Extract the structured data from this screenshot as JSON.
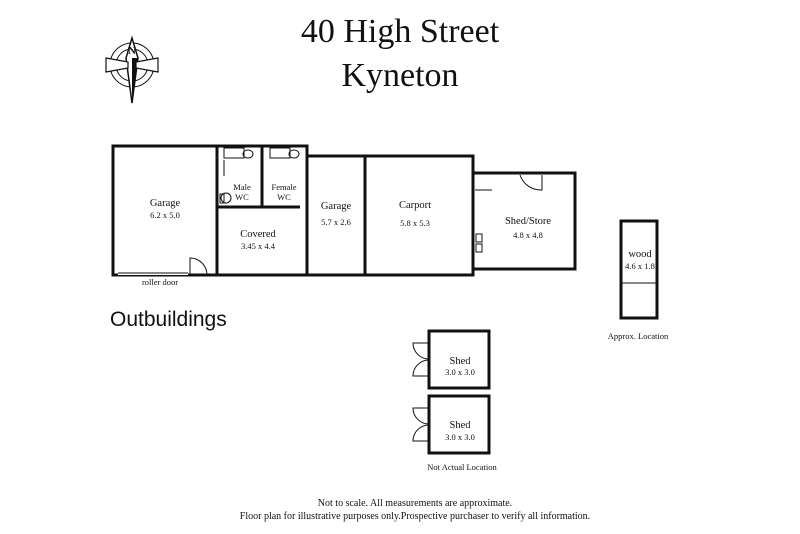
{
  "title": {
    "line1": "40 High Street",
    "line2": "Kyneton"
  },
  "compass": {
    "letter": "N",
    "icon": "compass-north-icon"
  },
  "section_label": "Outbuildings",
  "rooms": [
    {
      "id": "garage-1",
      "name": "Garage",
      "dims": "6.2 x 5.0"
    },
    {
      "id": "male-wc",
      "name": "Male",
      "sub": "WC"
    },
    {
      "id": "female-wc",
      "name": "Female",
      "sub": "WC"
    },
    {
      "id": "covered",
      "name": "Covered",
      "dims": "3.45 x 4.4"
    },
    {
      "id": "garage-2",
      "name": "Garage",
      "dims": "5.7 x 2.6"
    },
    {
      "id": "carport",
      "name": "Carport",
      "dims": "5.8 x 5.3"
    },
    {
      "id": "shed-store",
      "name": "Shed/Store",
      "dims": "4.8 x 4.8"
    },
    {
      "id": "wood",
      "name": "wood",
      "dims": "4.6 x 1.8"
    },
    {
      "id": "shed-1",
      "name": "Shed",
      "dims": "3.0 x 3.0"
    },
    {
      "id": "shed-2",
      "name": "Shed",
      "dims": "3.0 x 3.0"
    }
  ],
  "notes": {
    "roller_door": "roller door",
    "approx_location": "Approx. Location",
    "not_actual_location": "Not  Actual Location"
  },
  "footer": {
    "line1": "Not to scale. All measurements are approximate.",
    "line2": "Floor plan for illustrative purposes only.Prospective purchaser to verify all information."
  }
}
